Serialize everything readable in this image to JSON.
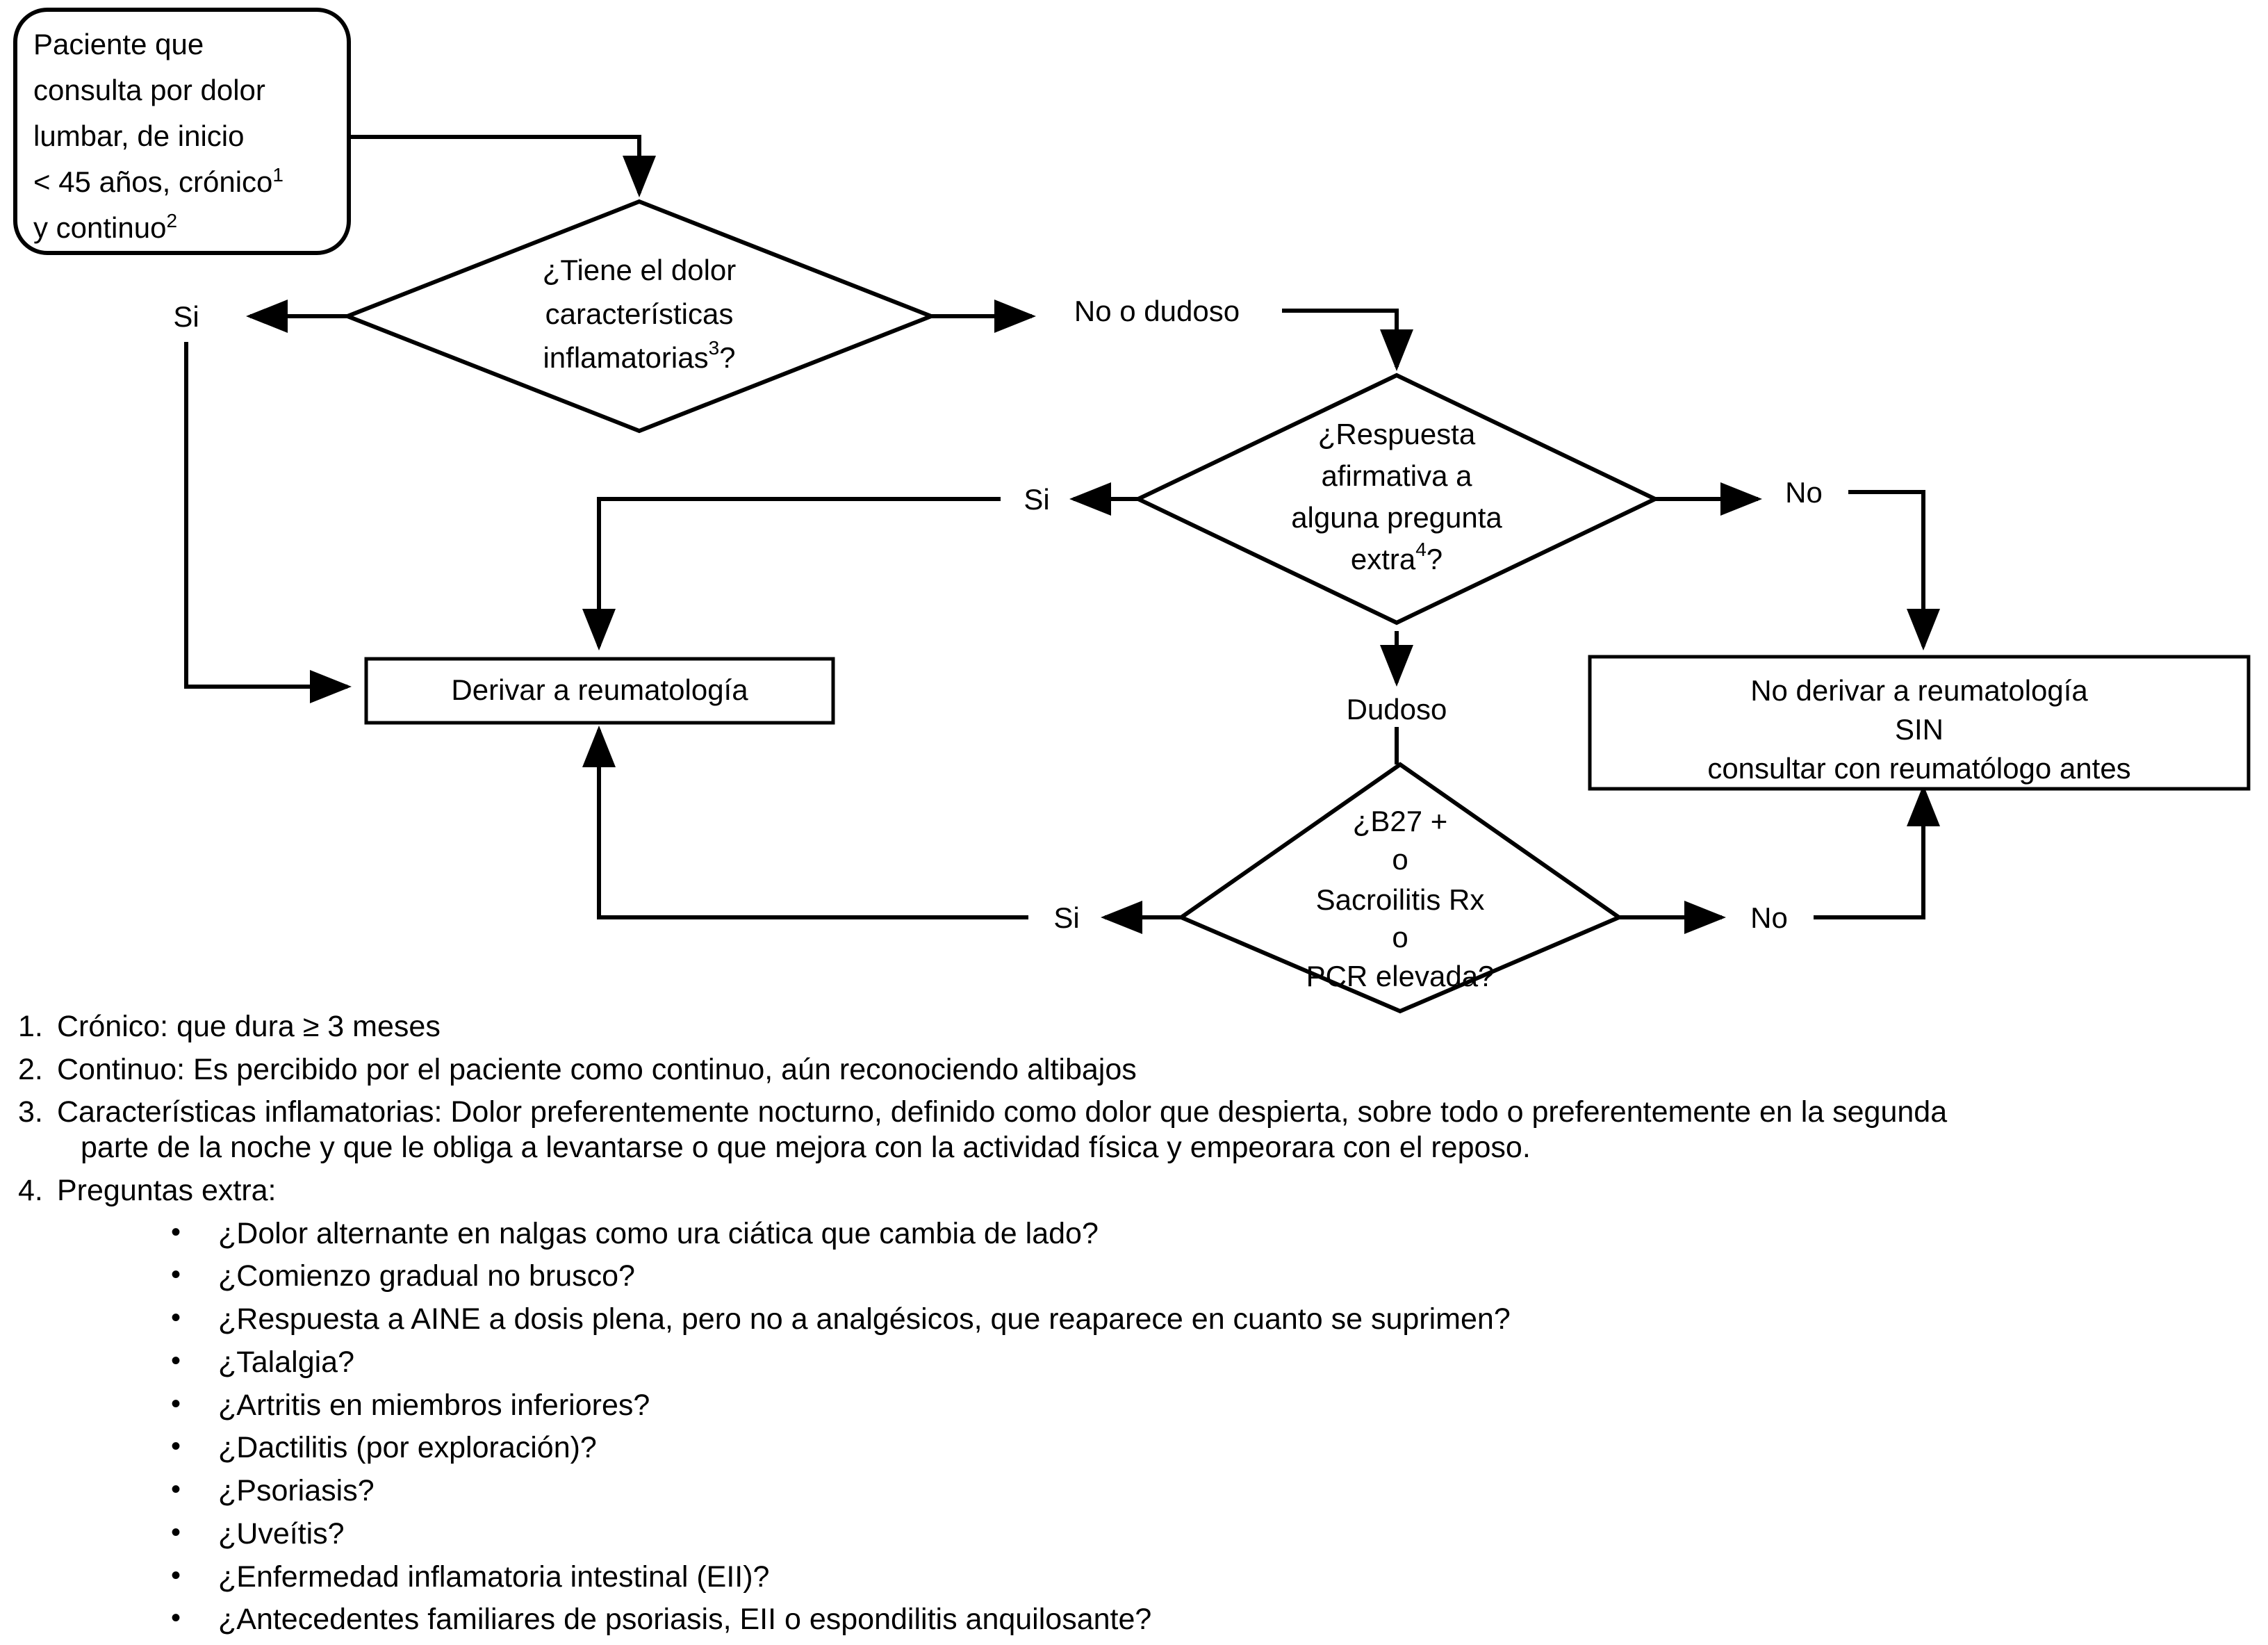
{
  "diagram": {
    "title": "Algoritmo de derivacion dolor lumbar inflamatorio",
    "start_node": {
      "id": "start",
      "shape": "rounded-rectangle",
      "lines": [
        "Paciente que",
        "consulta por dolor",
        "lumbar, de inicio",
        "< 45 años, crónico",
        "y continuo"
      ],
      "superscripts": {
        "line4": "1",
        "line5": "2"
      }
    },
    "decision_1": {
      "id": "d1",
      "shape": "diamond",
      "lines": [
        "¿Tiene el dolor",
        "características",
        "inflamatorias"
      ],
      "superscript": "3",
      "trailing": "?"
    },
    "decision_2": {
      "id": "d2",
      "shape": "diamond",
      "lines": [
        "¿Respuesta",
        "afirmativa a",
        "alguna pregunta",
        "extra"
      ],
      "superscript": "4",
      "trailing": "?"
    },
    "decision_3": {
      "id": "d3",
      "shape": "diamond",
      "lines": [
        "¿B27 +",
        "o",
        "Sacroilitis Rx",
        "o",
        "PCR elevada?"
      ]
    },
    "process_refer": {
      "id": "p1",
      "shape": "rectangle",
      "lines": [
        "Derivar a reumatología"
      ]
    },
    "process_no_refer": {
      "id": "p2",
      "shape": "rectangle",
      "lines": [
        "No derivar a reumatología",
        "SIN",
        "consultar con reumatólogo antes"
      ]
    },
    "edge_labels": {
      "d1_yes": "Si",
      "d1_no": "No o dudoso",
      "d2_yes": "Si",
      "d2_no": "No",
      "d2_doubt": "Dudoso",
      "d3_yes": "Si",
      "d3_no": "No"
    }
  },
  "footnotes": [
    {
      "num": "1.",
      "text": "Crónico: que dura ≥ 3 meses"
    },
    {
      "num": "2.",
      "text": "Continuo: Es percibido por el paciente como continuo, aún reconociendo altibajos"
    },
    {
      "num": "3.",
      "text": "Características inflamatorias: Dolor preferentemente nocturno, definido como dolor que despierta, sobre todo o preferentemente en la segunda",
      "cont": "parte de la noche y que le obliga a levantarse o que mejora con la actividad física y empeorara con el reposo."
    },
    {
      "num": "4.",
      "text": "Preguntas extra:"
    }
  ],
  "extra_questions": [
    "¿Dolor alternante en nalgas como ura ciática que cambia de lado?",
    "¿Comienzo gradual no brusco?",
    "¿Respuesta a AINE a dosis plena, pero no a analgésicos, que reaparece en cuanto se suprimen?",
    "¿Talalgia?",
    "¿Artritis en miembros inferiores?",
    "¿Dactilitis (por exploración)?",
    "¿Psoriasis?",
    "¿Uveítis?",
    "¿Enfermedad inflamatoria intestinal (EII)?",
    "¿Antecedentes familiares de psoriasis, EII o espondilitis anquilosante?"
  ],
  "bullet_glyph": "•",
  "colors": {
    "stroke": "#000000",
    "fill": "#ffffff",
    "text": "#000000"
  }
}
